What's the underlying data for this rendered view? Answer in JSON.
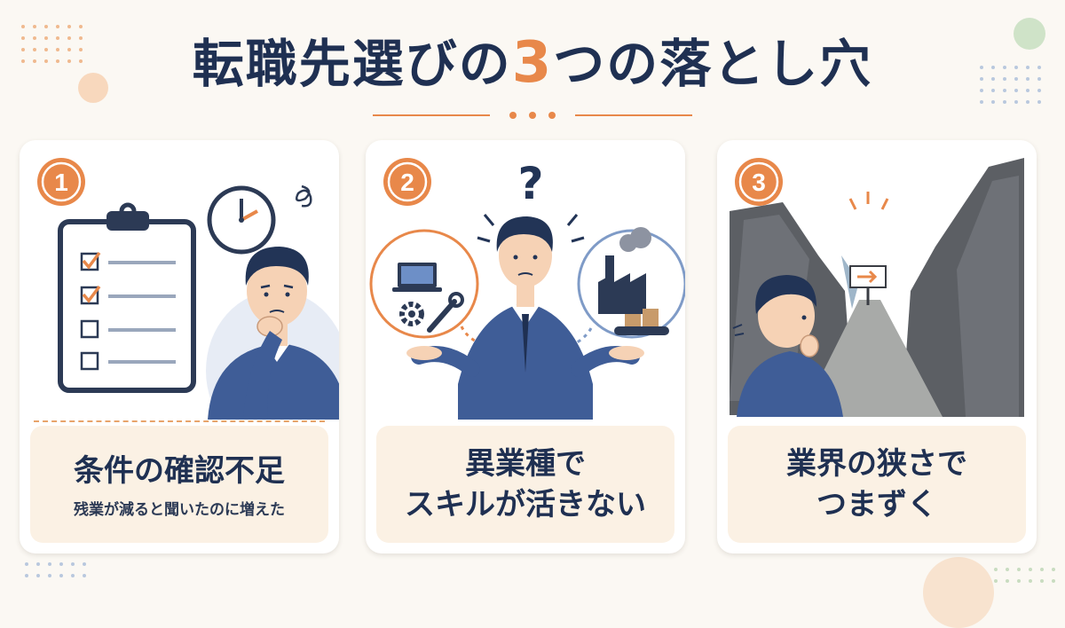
{
  "page": {
    "title_before": "転職先選びの",
    "title_number": "3",
    "title_after": "つの落とし穴",
    "colors": {
      "navy": "#1f3052",
      "accent": "#e8884a",
      "background": "#fbf8f3",
      "label_bg": "#fbf1e4",
      "cliff": "#5c5f64"
    }
  },
  "cards": [
    {
      "number": "1",
      "title": "条件の確認不足",
      "subtitle": "残業が減ると聞いたのに増えた",
      "icons": [
        "checklist-clipboard-icon",
        "clock-icon",
        "worried-man-icon"
      ]
    },
    {
      "number": "2",
      "title_line1": "異業種で",
      "title_line2": "スキルが活きない",
      "icons": [
        "laptop-icon",
        "gear-icon",
        "wrench-icon",
        "factory-icon",
        "question-mark-icon",
        "confused-man-icon"
      ]
    },
    {
      "number": "3",
      "title_line1": "業界の狭さで",
      "title_line2": "つまずく",
      "icons": [
        "cliff-canyon-icon",
        "arrow-sign-icon",
        "man-looking-icon"
      ]
    }
  ]
}
